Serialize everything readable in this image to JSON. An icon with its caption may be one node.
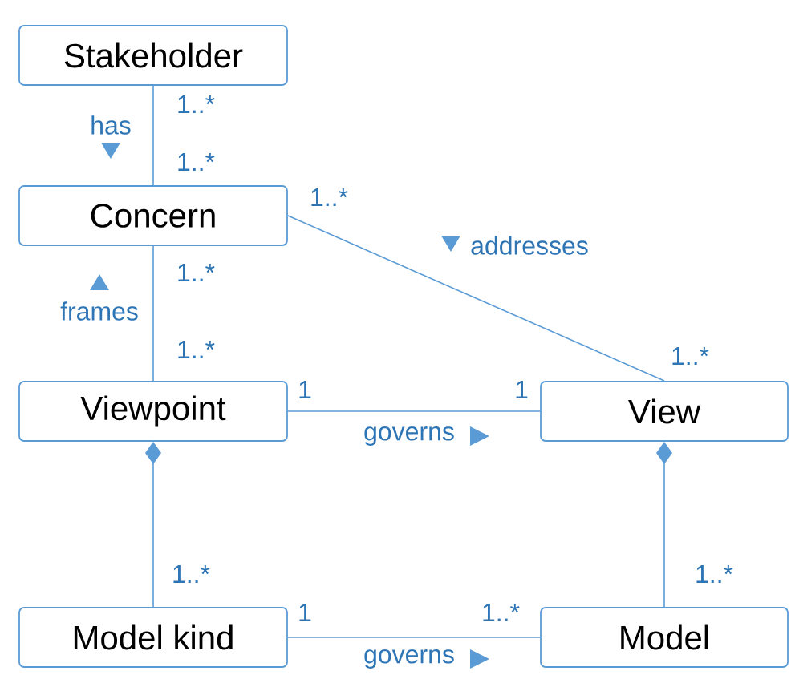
{
  "diagram": {
    "nodes": [
      {
        "text": [
          "Stakeholder"
        ]
      },
      {
        "text": [
          "Concern"
        ]
      },
      {
        "text": [
          "Viewpoint"
        ]
      },
      {
        "text": [
          "View"
        ]
      },
      {
        "text": [
          "Model kind"
        ]
      },
      {
        "text": [
          "Model"
        ]
      }
    ],
    "edges": [
      {
        "from": 0,
        "to": 1,
        "arrow": "none",
        "label": "has"
      },
      {
        "from": 1,
        "to": 3,
        "arrow": "none",
        "label": "addresses"
      },
      {
        "from": 2,
        "to": 1,
        "arrow": "none",
        "label": "frames"
      },
      {
        "from": 2,
        "to": 3,
        "arrow": "none",
        "label": "governs"
      },
      {
        "from": 2,
        "to": 4,
        "arrow": "other"
      },
      {
        "from": 3,
        "to": 5,
        "arrow": "other"
      },
      {
        "from": 4,
        "to": 5,
        "arrow": "none",
        "label": "governs"
      }
    ],
    "labels": [
      "1..*",
      "1..*",
      "1..*",
      "1..*",
      "1..*",
      "1..*",
      "1",
      "1",
      "1..*",
      "1..*",
      "1",
      "1..*"
    ]
  }
}
